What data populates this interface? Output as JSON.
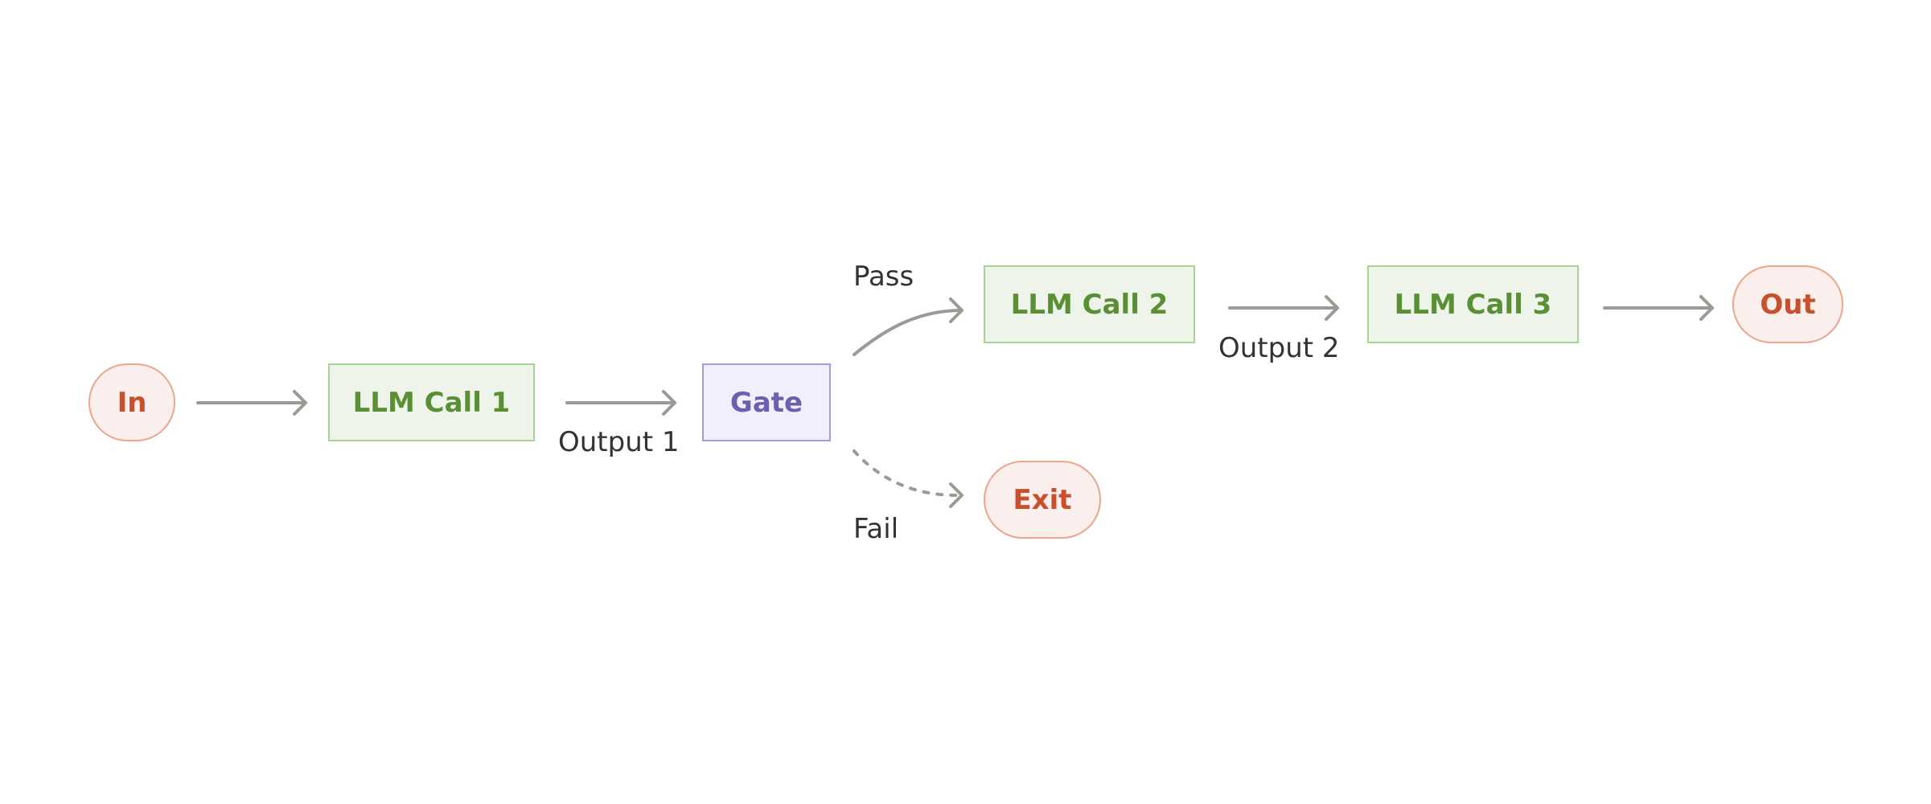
{
  "diagram": {
    "nodes": {
      "in": "In",
      "llm_call_1": "LLM Call 1",
      "gate": "Gate",
      "llm_call_2": "LLM Call 2",
      "llm_call_3": "LLM Call 3",
      "out": "Out",
      "exit": "Exit"
    },
    "edge_labels": {
      "output_1": "Output 1",
      "pass": "Pass",
      "fail": "Fail",
      "output_2": "Output 2"
    }
  },
  "colors": {
    "terminal_fill": "#faefec",
    "terminal_border": "#eea58c",
    "terminal_text": "#c8502d",
    "llm_fill": "#eff4eb",
    "llm_border": "#a6d495",
    "llm_text": "#5a8f35",
    "gate_fill": "#f1effb",
    "gate_border": "#a49be3",
    "gate_text": "#6b5fb0",
    "arrow": "#9c9a95"
  }
}
